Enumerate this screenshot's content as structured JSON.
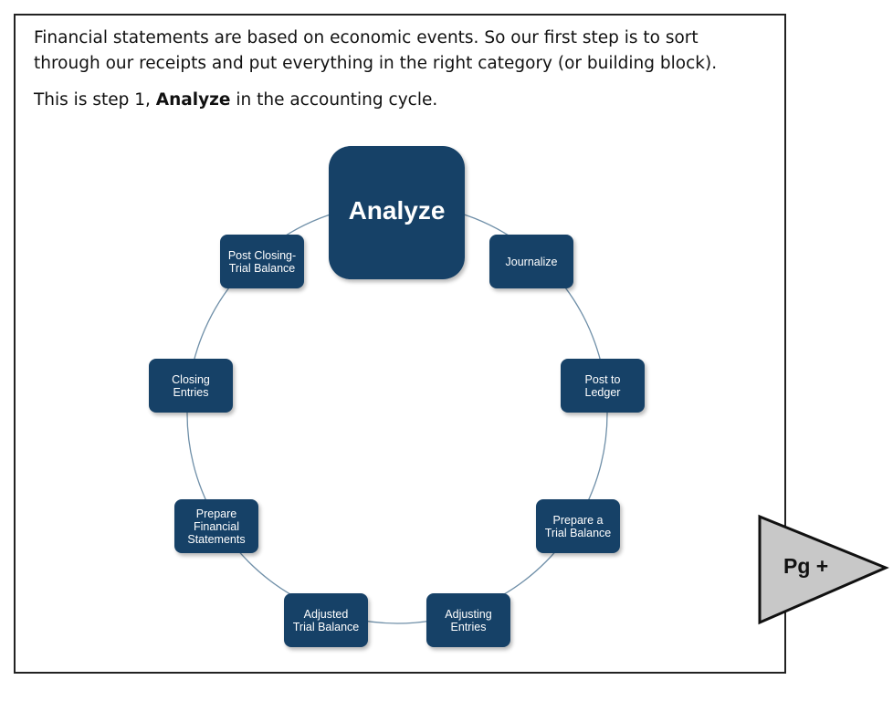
{
  "intro": {
    "line1": "Financial statements are based on economic events. So our first step is to sort",
    "line2": "through our receipts and put everything in the right category (or building block).",
    "step_prefix": "This is step 1, ",
    "step_bold": "Analyze",
    "step_suffix": " in the accounting cycle."
  },
  "cycle": {
    "center": "Analyze",
    "steps": [
      [
        "Journalize"
      ],
      [
        "Post to",
        "Ledger"
      ],
      [
        "Prepare a",
        "Trial Balance"
      ],
      [
        "Adjusting",
        "Entries"
      ],
      [
        "Adjusted",
        "Trial Balance"
      ],
      [
        "Prepare",
        "Financial",
        "Statements"
      ],
      [
        "Closing",
        "Entries"
      ],
      [
        "Post Closing-",
        "Trial Balance"
      ]
    ]
  },
  "nav": {
    "next_label": "Pg +"
  },
  "colors": {
    "node": "#164167",
    "ring": "#6f8fa8",
    "button": "#c8c8c8"
  }
}
